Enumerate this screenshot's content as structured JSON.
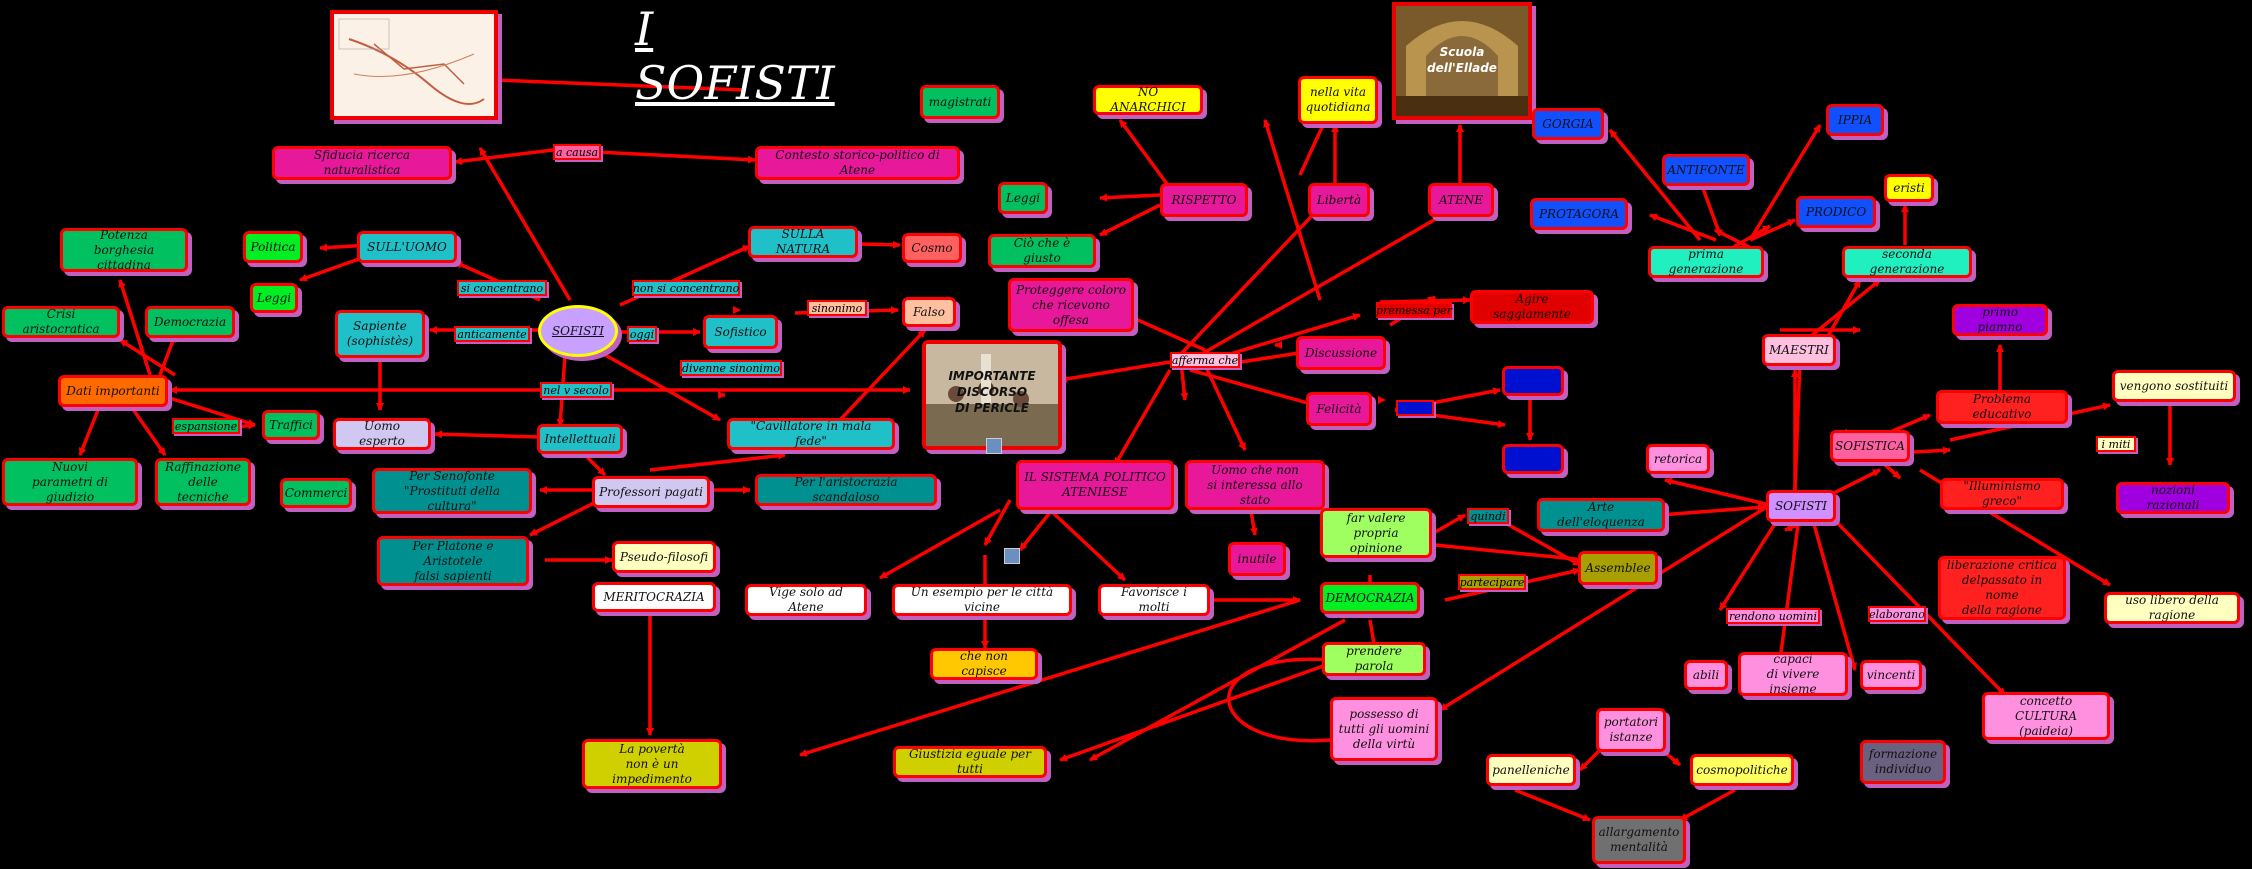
{
  "title": "I SOFISTI",
  "images": {
    "map": "mappa Atene",
    "school": "Scuola dell'Ellade",
    "pericle": "IMPORTANTE DISCORSO DI PERICLE"
  },
  "nodes": {
    "sofisti": "SOFISTI",
    "sfiducia": "Sfiducia ricerca naturalistica",
    "contesto": "Contesto storico-politico di Atene",
    "sulluomo": "SULL'UOMO",
    "sullanatura": "SULLA NATURA",
    "politica": "Politica",
    "leggi1": "Leggi",
    "cosmo": "Cosmo",
    "potenza": "Potenza\nborghesia cittadina",
    "crisi": "Crisi aristocratica",
    "democrazia1": "Democrazia",
    "dati": "Dati importanti",
    "nuovi": "Nuovi\nparametri di giudizio",
    "raffinazione": "Raffinazione\ndelle tecniche",
    "commerci": "Commerci",
    "traffici": "Traffici",
    "sapiente": "Sapiente\n(sophistès)",
    "uomoesperto": "Uomo esperto",
    "sofistico": "Sofistico",
    "falso": "Falso",
    "intellettuali": "Intellettuali",
    "cavillatore": "\"Cavillatore in mala fede\"",
    "professori": "Professori pagati",
    "aristocrazia": "Per l'aristocrazia scandaloso",
    "senofonte": "Per  Senofonte\n\"Prostituti della cultura\"",
    "platone": "Per Platone e Aristotele\nfalsi sapienti",
    "pseudo": "Pseudo-filosofi",
    "meritocrazia": "MERITOCRAZIA",
    "poverta": "La povertà\nnon è un impedimento",
    "giustizia": "Giustizia eguale per tutti",
    "vige": "Vige solo ad Atene",
    "esempio": "Un esempio per le città vicine",
    "chenon": "che non capisce",
    "favorisce": "Favorisce i molti",
    "sistema": "IL SISTEMA POLITICO\nATENIESE",
    "uomochenon": "Uomo che non\nsi interessa allo stato",
    "inutile": "inutile",
    "magistrati": "magistrati",
    "noanarchici": "NO ANARCHICI",
    "leggi2": "Leggi",
    "cioche": "Ciò che è giusto",
    "rispetto": "RISPETTO",
    "proteggere": "Proteggere coloro\nche ricevono offesa",
    "nellavita": "nella vita\nquotidiana",
    "liberta": "Libertà",
    "atene": "ATENE",
    "discussione": "Discussione",
    "agire": "Agire saggiamente",
    "felicita": "Felicità",
    "blu1": "",
    "blu2": "",
    "blu3": "",
    "democrazia2": "DEMOCRAZIA",
    "farvalere": "far valere\npropria opinione",
    "arte": "Arte dell'eloquenza",
    "assemblee": "Assemblee",
    "prendere": "prendere parola",
    "possesso": "possesso di\ntutti gli uomini\ndella virtù",
    "gorgia": "GORGIA",
    "antifonte": "ANTIFONTE",
    "ippia": "IPPIA",
    "protagora": "PROTAGORA",
    "prodico": "PRODICO",
    "eristi": "eristi",
    "primagen": "prima generazione",
    "secondagen": "seconda generazione",
    "maestri": "MAESTRI",
    "primopiano": "primo piamno",
    "problema": "Problema educativo",
    "vengono": "vengono sostituiti",
    "sofistica": "SOFISTICA",
    "illuminismo": "\"Illuminismo greco\"",
    "nozioni": "nozioni razionali",
    "retorica": "retorica",
    "sofisti2": "SOFISTI",
    "liberazione": "liberazione critica\ndelpassato in nome\ndella ragione",
    "uso": "uso libero della ragione",
    "abili": "abili",
    "capaci": "capaci\ndi vivere insieme",
    "vincenti": "vincenti",
    "concetto": "concetto CULTURA\n(paideia)",
    "portatori": "portatori\nistanze",
    "formazione": "formazione\nindividuo",
    "panelleniche": "panelleniche",
    "cosmopolitiche": "cosmopolitiche",
    "allargamento": "allargamento\nmentalità"
  },
  "labels": {
    "acausa": "a causa",
    "siconcentrano": "si concentrano",
    "nonsiconcentrano": "non si concentrano",
    "anticamente": "anticamente",
    "oggi": "oggi",
    "sinonimo": "sinonimo",
    "nelvsecolo": "nel v secolo",
    "divenne": "divenne sinonimo",
    "espansione": "espansione",
    "affermache": "afferma che",
    "premessaper": "premessa per",
    "quindi": "quindi",
    "partecipare": "partecipare",
    "rendonouomini": "rendono uomini",
    "elaborano": "elaborano",
    "imiti": "i miti",
    "bluelabel": ""
  },
  "colors": {
    "edge": "#ff0000",
    "background": "#000000",
    "shadow": "#c060c0"
  }
}
